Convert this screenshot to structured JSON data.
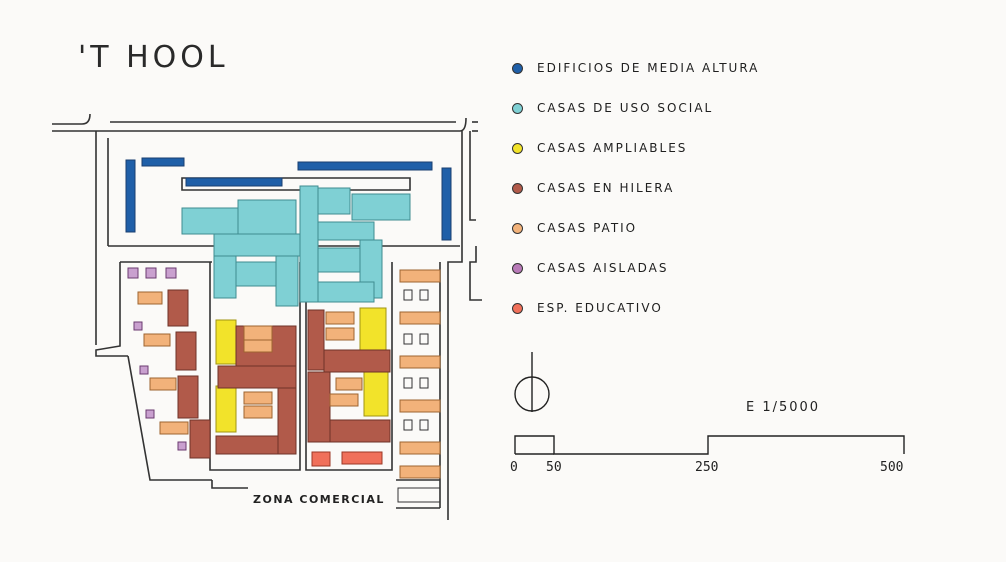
{
  "title": "'T HOOL",
  "legend": [
    {
      "label": "EDIFICIOS DE MEDIA ALTURA",
      "color": "#1f5fa8"
    },
    {
      "label": "CASAS DE USO SOCIAL",
      "color": "#7fd0d4"
    },
    {
      "label": "CASAS AMPLIABLES",
      "color": "#f2e32a"
    },
    {
      "label": "CASAS EN HILERA",
      "color": "#b15a4a"
    },
    {
      "label": "CASAS PATIO",
      "color": "#f2b27a"
    },
    {
      "label": "CASAS AISLADAS",
      "color": "#b87ab8"
    },
    {
      "label": "ESP. EDUCATIVO",
      "color": "#f0705a"
    }
  ],
  "scale": {
    "label": "E 1/5000",
    "ticks": [
      "0",
      "50",
      "250",
      "500"
    ]
  },
  "zone_label": "ZONA COMERCIAL"
}
